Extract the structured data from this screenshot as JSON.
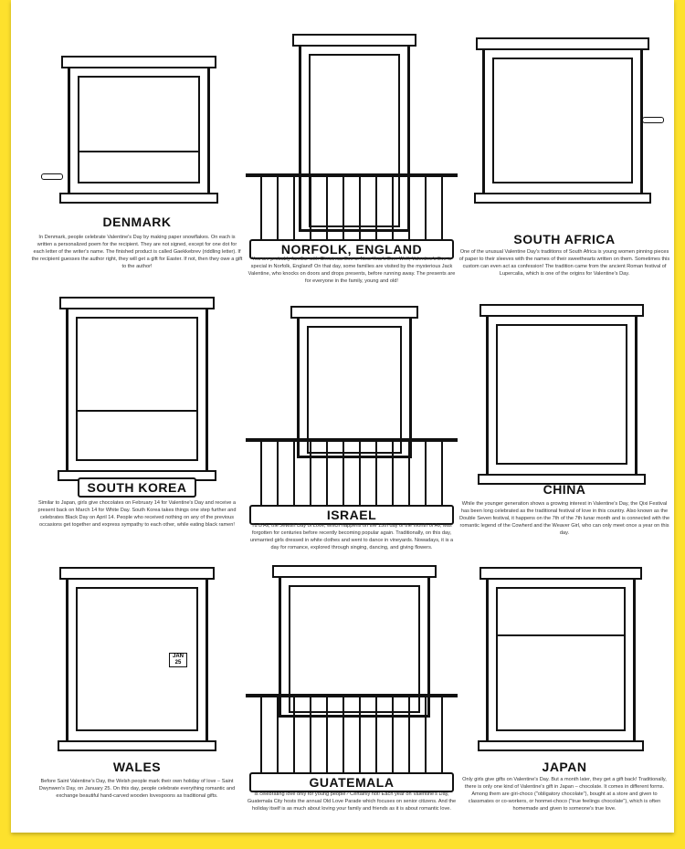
{
  "panels": [
    {
      "title": "DENMARK",
      "text": "In Denmark, people celebrate Valentine's Day by making paper snowflakes. On each is written a personalized poem for the recipient. They are not signed, except for one dot for each letter of the writer's name. The finished product is called Gaekkebrev (riddling letter). If the recipient guesses the author right, they will get a gift for Easter. If not, then they owe a gift to the author!"
    },
    {
      "title": "NORFOLK, ENGLAND",
      "text": "You are probably familiar with Christmas Eve or New Year's Eve. Well, Valentine's Eve is special in Norfolk, England! On that day, some families are visited by the mysterious Jack Valentine, who knocks on doors and drops presents, before running away. The presents are for everyone in the family, young and old!"
    },
    {
      "title": "SOUTH AFRICA",
      "text": "One of the unusual Valentine Day's traditions of South Africa is young women pinning pieces of paper to their sleeves with the names of their sweethearts written on them. Sometimes this custom can even act as confession! The tradition came from the ancient Roman festival of Lupercalia, which is one of the origins for Valentine's Day."
    },
    {
      "title": "SOUTH KOREA",
      "text": "Similar to Japan, girls give chocolates on February 14 for Valentine's Day and receive a present back on March 14 for White Day. South Korea takes things one step further and celebrates Black Day on April 14. People who received nothing on any of the previous occasions get together and express sympathy to each other, while eating black ramen!"
    },
    {
      "title": "ISRAEL",
      "text": "Tu B'Av, the Jewish Day of Love, which happens on the 15th day of the month of Av, was forgotten for centuries before recently becoming popular again. Traditionally, on this day, unmarried girls dressed in white clothes and went to dance in vineyards. Nowadays, it is a day for romance, explored through singing, dancing, and giving flowers."
    },
    {
      "title": "CHINA",
      "text": "While the younger generation shows a growing interest in Valentine's Day, the Qixi Festival has been long celebrated as the traditional festival of love in this country. Also known as the Double Seven festival, it happens on the 7th of the 7th lunar month and is connected with the romantic legend of the Cowherd and the Weaver Girl, who can only meet once a year on this day."
    },
    {
      "title": "WALES",
      "text": "Before Saint Valentine's Day, the Welsh people mark their own holiday of love – Saint Dwynwen's Day, on January 25. On this day, people celebrate everything romantic and exchange beautiful hand-carved wooden lovespoons as traditional gifts."
    },
    {
      "title": "GUATEMALA",
      "text": "Is celebrating love only for young people? Certainly not! Each year on Valentine's Day, Guatemala City hosts the annual Old Love Parade which focuses on senior citizens. And the holiday itself is as much about loving your family and friends as it is about romantic love."
    },
    {
      "title": "JAPAN",
      "text": "Only girls give gifts on Valentine's Day. But a month later, they get a gift back! Traditionally, there is only one kind of Valentine's gift in Japan – chocolate. It comes in different forms. Among them are giri-choco (\"obligatory chocolate\"), bought at a store and given to classmates or co-workers, or honmei-choco (\"true feelings chocolate\"), which is often homemade and given to someone's true love."
    }
  ],
  "calendar": {
    "month": "JAN",
    "day": "25"
  },
  "colors": {
    "background": "#fde12d",
    "paper": "#ffffff",
    "ink": "#111111"
  }
}
